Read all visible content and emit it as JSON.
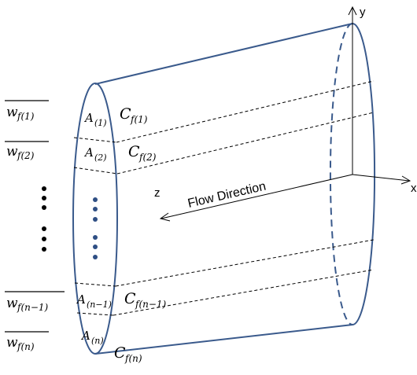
{
  "colors": {
    "outline": "#3a5a8c",
    "dots_inside": "#2f4f84",
    "dots_outside": "#000000",
    "text": "#000000",
    "background": "#ffffff"
  },
  "axes": {
    "y_label": "y",
    "z_label": "z",
    "x_label": "x"
  },
  "flow_direction_label": "Flow Direction",
  "segments": [
    {
      "w": "w",
      "w_sub": "f(1)",
      "a": "A",
      "a_sub": "(1)",
      "c": "C",
      "c_sub": "f(1)"
    },
    {
      "w": "w",
      "w_sub": "f(2)",
      "a": "A",
      "a_sub": "(2)",
      "c": "C",
      "c_sub": "f(2)"
    },
    {
      "w": "w",
      "w_sub": "f(n−1)",
      "a": "A",
      "a_sub": "(n−1)",
      "c": "C",
      "c_sub": "f(n−1)"
    },
    {
      "w": "w",
      "w_sub": "f(n)",
      "a": "A",
      "a_sub": "(n)",
      "c": "C",
      "c_sub": "f(n)"
    }
  ]
}
